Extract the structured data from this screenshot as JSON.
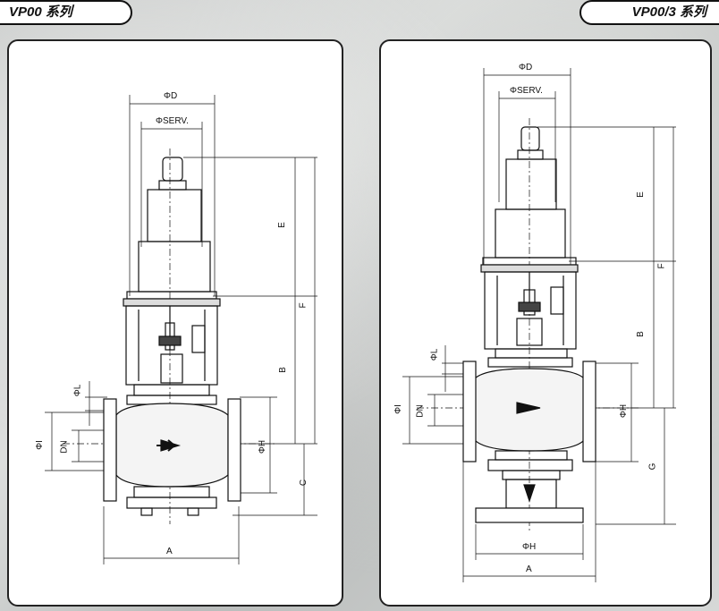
{
  "header": {
    "left_title": "VP00 系列",
    "right_title": "VP00/3 系列"
  },
  "left_drawing": {
    "dims": {
      "D": "ΦD",
      "SERV": "ΦSERV.",
      "E": "E",
      "F": "F",
      "B": "B",
      "C": "C",
      "L": "ΦL",
      "I": "ΦI",
      "DN": "DN",
      "H": "ΦH",
      "A": "A"
    }
  },
  "right_drawing": {
    "dims": {
      "D": "ΦD",
      "SERV": "ΦSERV.",
      "E": "E",
      "F": "F",
      "B": "B",
      "G": "G",
      "L": "ΦL",
      "I": "ΦI",
      "DN": "DN",
      "H_side": "ΦH",
      "H_bottom": "ΦH",
      "A": "A"
    }
  }
}
